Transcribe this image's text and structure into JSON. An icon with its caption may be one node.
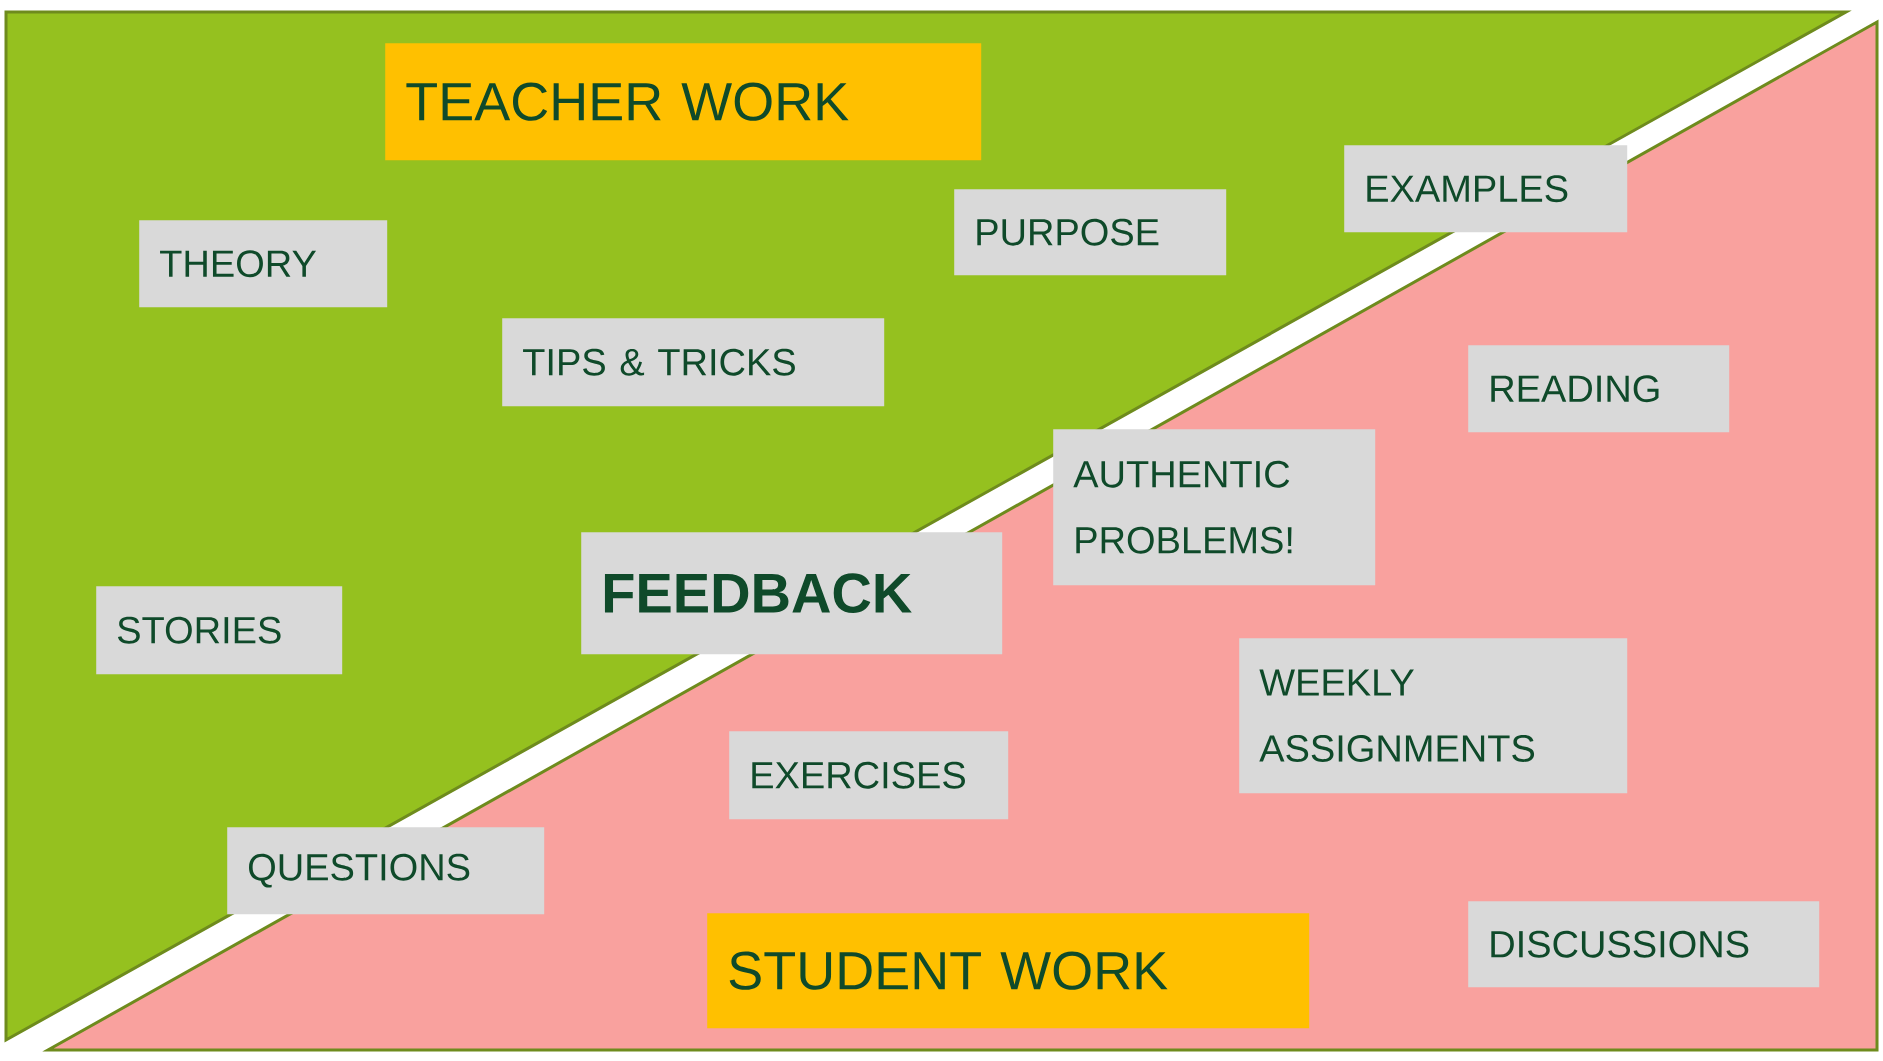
{
  "diagram": {
    "nodes": [
      {
        "text": [
          "TEACHER WORK"
        ]
      },
      {
        "text": [
          "EXAMPLES"
        ]
      },
      {
        "text": [
          "PURPOSE"
        ]
      },
      {
        "text": [
          "THEORY"
        ]
      },
      {
        "text": [
          "TIPS & TRICKS"
        ]
      },
      {
        "text": [
          "READING"
        ]
      },
      {
        "text": [
          "AUTHENTIC PROBLEMS!"
        ]
      },
      {
        "text": [
          "FEEDBACK"
        ]
      },
      {
        "text": [
          "STORIES"
        ]
      },
      {
        "text": [
          "WEEKLY ASSIGNMENTS"
        ]
      },
      {
        "text": [
          "EXERCISES"
        ]
      },
      {
        "text": [
          "QUESTIONS"
        ]
      },
      {
        "text": [
          "STUDENT WORK"
        ]
      },
      {
        "text": [
          "DISCUSSIONS"
        ]
      }
    ]
  }
}
